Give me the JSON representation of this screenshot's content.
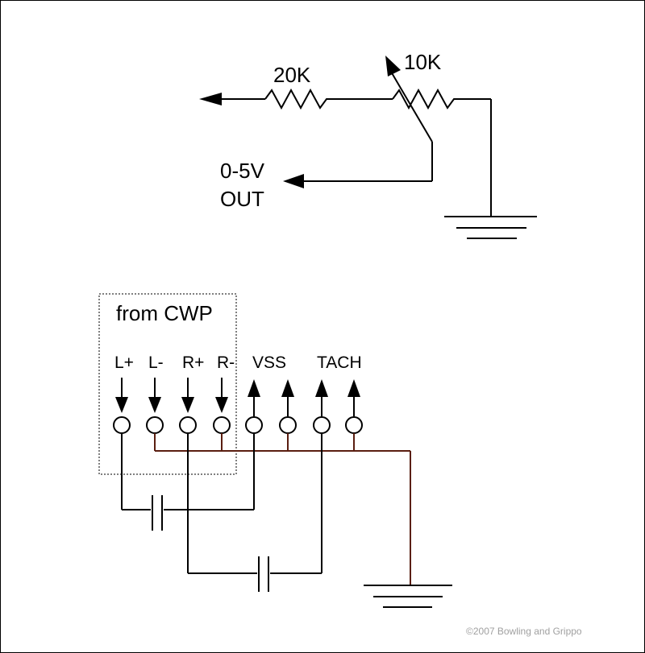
{
  "circuit_top": {
    "resistor_fixed_label": "20K",
    "potentiometer_label": "10K",
    "output_label_line1": "0-5V",
    "output_label_line2": "OUT"
  },
  "circuit_bottom": {
    "box_label": "from CWP",
    "pins": [
      "L+",
      "L-",
      "R+",
      "R-",
      "VSS",
      "TACH"
    ]
  },
  "copyright": "©2007 Bowling and Grippo",
  "colors": {
    "line": "#000000",
    "ground_bus": "#5a1e10",
    "copyright_text": "#a0a0a0"
  }
}
